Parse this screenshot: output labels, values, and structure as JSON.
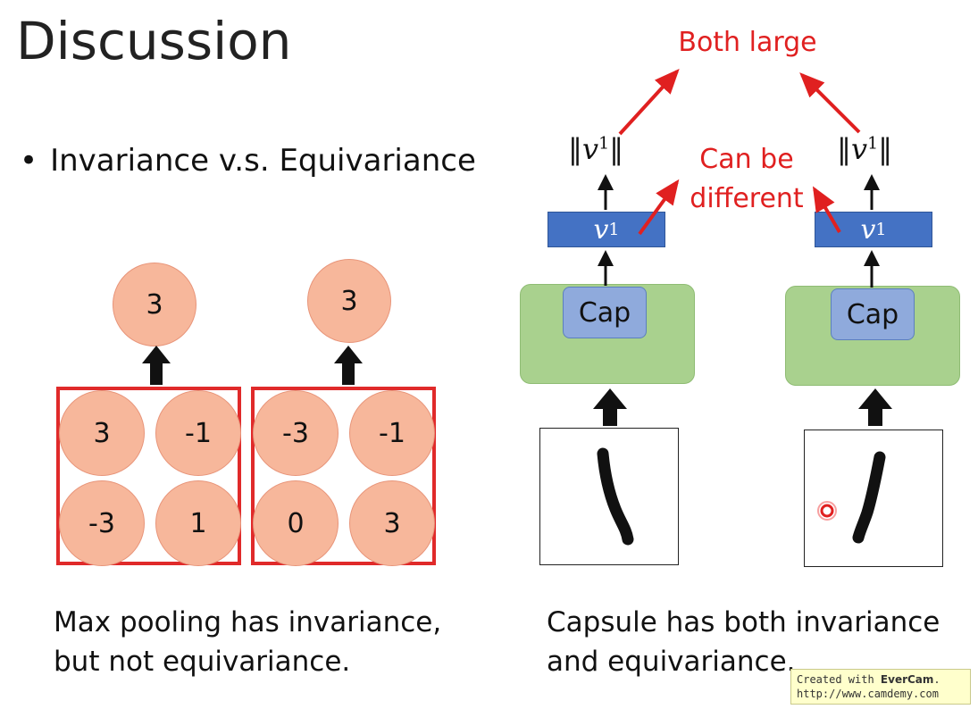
{
  "slide": {
    "title": "Discussion",
    "bullet": "Invariance v.s. Equivariance"
  },
  "max_pooling": {
    "left": {
      "output": "3",
      "inputs": [
        "3",
        "-1",
        "-3",
        "1"
      ]
    },
    "right": {
      "output": "3",
      "inputs": [
        "-3",
        "-1",
        "0",
        "3"
      ]
    },
    "caption_line1": "Max pooling has invariance,",
    "caption_line2": "but not equivariance."
  },
  "capsule": {
    "cap_label": "Cap",
    "v_symbol": "v",
    "v_superscript": "1",
    "norm_left": "‖",
    "norm_right": "‖",
    "label_both_large": "Both large",
    "label_can_be": "Can be",
    "label_different": "different",
    "caption_line1": "Capsule has both invariance",
    "caption_line2": "and equivariance."
  },
  "watermark": {
    "prefix": "Created with ",
    "brand": "EverCam",
    "suffix": ".",
    "url": "http://www.camdemy.com"
  },
  "colors": {
    "circle_fill": "#f7b79b",
    "pool_border": "#e02a2a",
    "green_box": "#a9d18e",
    "cap_box": "#8faadc",
    "v_box": "#4472c4",
    "annotation_red": "#e02020"
  }
}
